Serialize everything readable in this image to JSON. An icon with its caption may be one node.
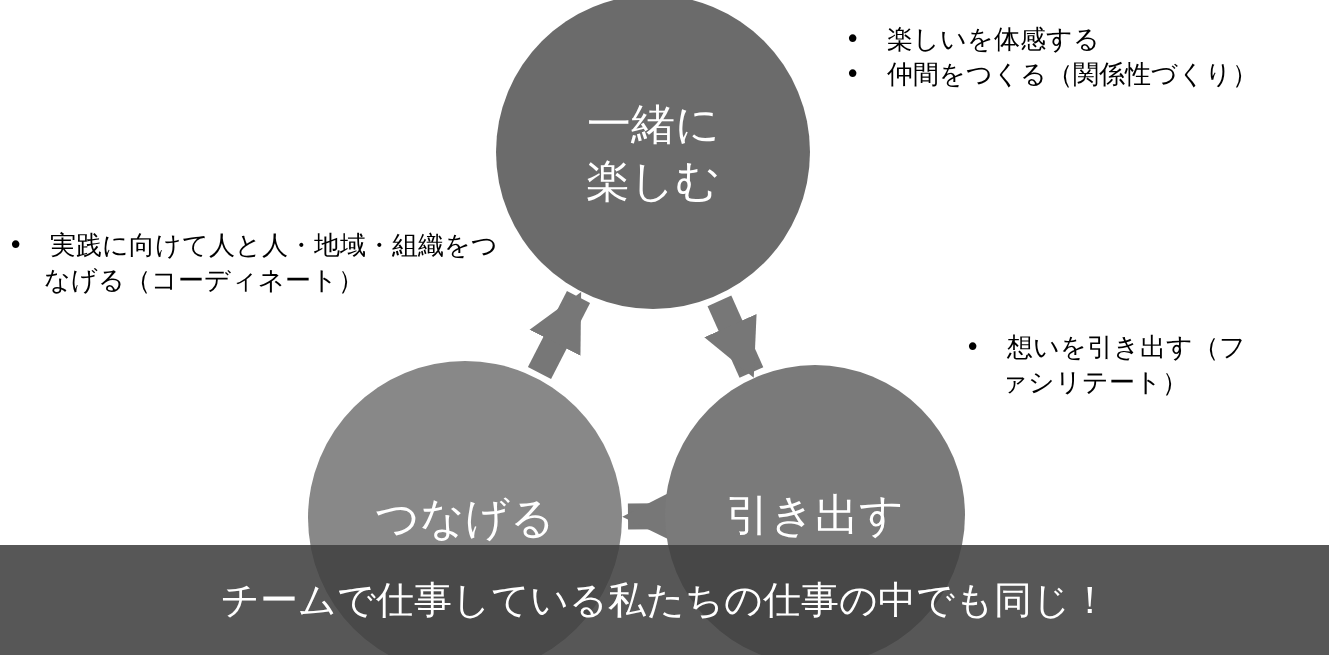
{
  "diagram": {
    "nodes": [
      {
        "text": [
          "一緒に楽しむ"
        ],
        "beside": [
          "• 楽しいを体感する",
          "• 仲間をつくる（関係性づくり）"
        ]
      },
      {
        "text": [
          "引き出す"
        ],
        "beside": [
          "• 想いを引き出す（ファシリテート）"
        ]
      },
      {
        "text": [
          "つなげる"
        ]
      }
    ],
    "edges": [
      {
        "from": 0,
        "to": 1,
        "arrow": "to"
      },
      {
        "from": 1,
        "to": 2,
        "arrow": "to"
      },
      {
        "from": 2,
        "to": 0,
        "arrow": "to"
      }
    ],
    "labels": [
      "• 実践に向けて人と人・地域・組織をつなげる（コーディネート）",
      "チームで仕事している私たちの仕事の中でも同じ！"
    ]
  }
}
